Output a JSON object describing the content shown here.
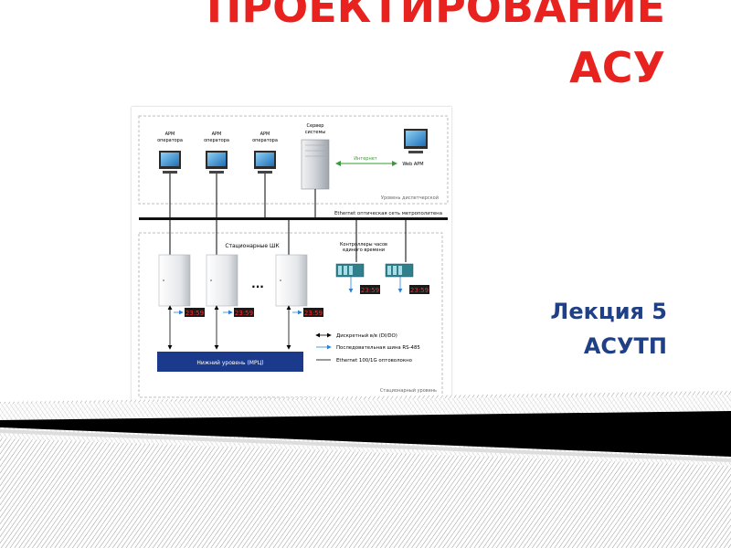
{
  "slide": {
    "title_line1": "ПРОЕКТИРОВАНИЕ",
    "title_line2": "АСУ",
    "subtitle_line1": "Лекция 5",
    "subtitle_line2": "АСУТП"
  },
  "diagram": {
    "arm_label_1a": "АРМ",
    "arm_label_1b": "оператора",
    "arm_label_2a": "АРМ",
    "arm_label_2b": "оператора",
    "arm_label_3a": "АРМ",
    "arm_label_3b": "оператора",
    "server_label_a": "Сервер",
    "server_label_b": "системы",
    "internet_label": "Интернет",
    "web_arm_label": "Web АРМ",
    "dispatch_level": "Уровень диспетчерской",
    "ethernet_label": "Ethernet оптическая сеть метрополитена",
    "cabinets_label": "Стационарные ШК",
    "ellipsis": "...",
    "controllers_label_a": "Контроллеры часов",
    "controllers_label_b": "единого времени",
    "clock_1": "23:59",
    "clock_2": "23:59",
    "clock_3": "23:59",
    "clock_4": "23:59",
    "clock_5": "23:59",
    "lower_level": "Нижний уровень (МРЦ)",
    "legend_discrete": "Дискретный в/в (DI/DO)",
    "legend_serial": "Последовательная шина RS-485",
    "legend_ethernet": "Ethernet 100/1G оптоволокно",
    "stationary_level": "Стационарный уровень"
  },
  "colors": {
    "title": "#e8231f",
    "subtitle": "#1f3f86",
    "bus_bar": "#1b3a8c",
    "clock_bg": "#1a1a1a",
    "clock_digits": "#ff2a2a",
    "serial_arrow": "#2a7fd6",
    "deco_stripe": "#000000"
  }
}
